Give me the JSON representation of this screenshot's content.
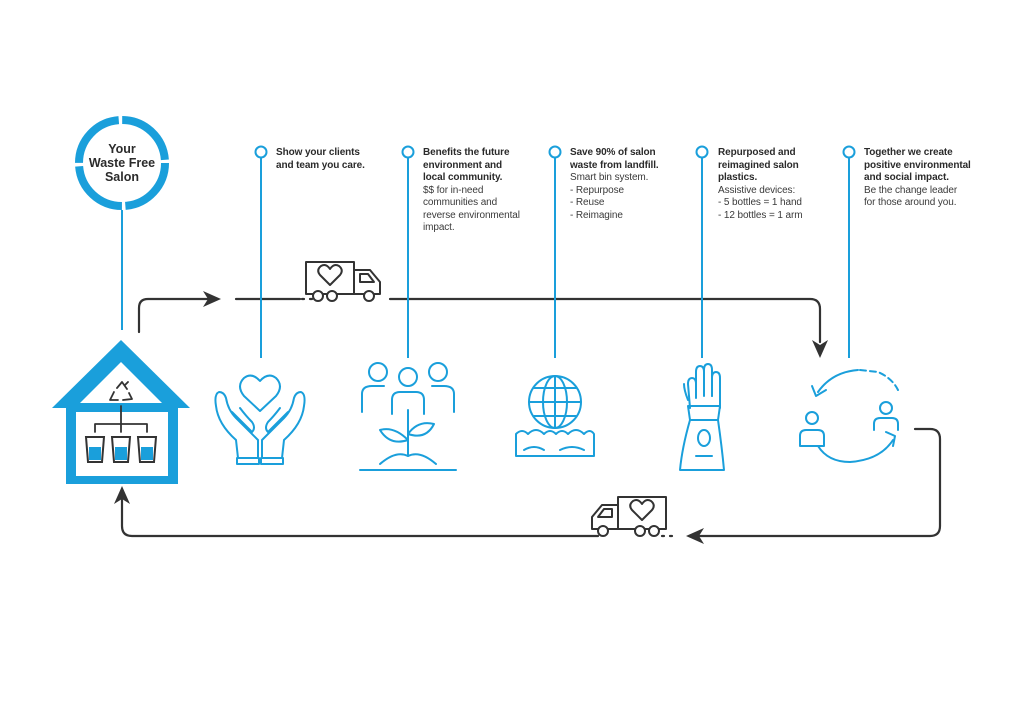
{
  "colors": {
    "accent": "#1a9fdb",
    "line": "#333333"
  },
  "hub": {
    "title_lines": [
      "Your",
      "Waste Free",
      "Salon"
    ],
    "icon": "house-recycle-bins-icon"
  },
  "steps": [
    {
      "head_lines": [
        "Show your clients",
        "and team you care."
      ],
      "body_lines": [],
      "icon": "hands-heart-icon"
    },
    {
      "head_lines": [
        "Benefits the future",
        "environment and",
        "local community."
      ],
      "body_lines": [
        "$$ for in-need",
        "communities and",
        "reverse environmental",
        "impact."
      ],
      "icon": "people-plant-icon"
    },
    {
      "head_lines": [
        "Save 90% of salon",
        "waste from landfill."
      ],
      "body_lines": [
        "Smart bin system.",
        "- Repurpose",
        "- Reuse",
        "- Reimagine"
      ],
      "icon": "globe-icon"
    },
    {
      "head_lines": [
        "Repurposed and",
        "reimagined salon",
        "plastics."
      ],
      "body_lines": [
        "Assistive devices:",
        "- 5 bottles = 1 hand",
        "- 12 bottles = 1 arm"
      ],
      "icon": "prosthetic-arm-icon"
    },
    {
      "head_lines": [
        "Together we create",
        "positive environmental",
        "and social impact."
      ],
      "body_lines": [
        "Be the change leader",
        "for those around you."
      ],
      "icon": "people-cycle-icon"
    }
  ],
  "trucks": [
    {
      "icon": "delivery-truck-heart-icon",
      "direction": "right"
    },
    {
      "icon": "delivery-truck-heart-icon",
      "direction": "left"
    }
  ]
}
